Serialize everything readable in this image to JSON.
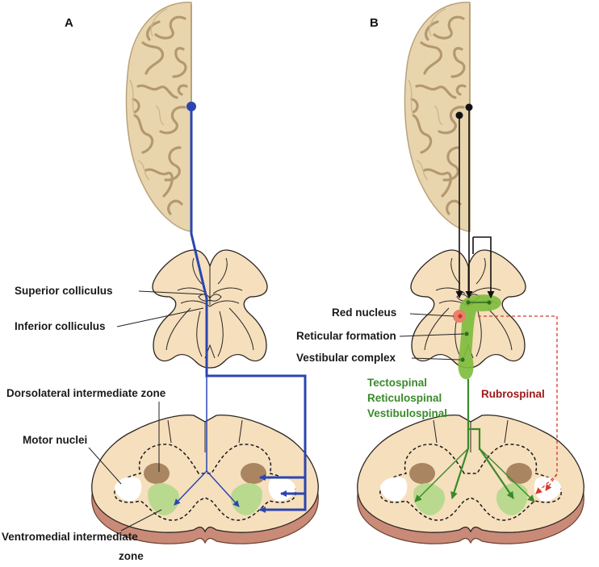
{
  "panels": {
    "a": "A",
    "b": "B"
  },
  "labels_a": {
    "superior_colliculus": "Superior colliculus",
    "inferior_colliculus": "Inferior colliculus",
    "dorsolateral_zone": "Dorsolateral intermediate zone",
    "motor_nuclei": "Motor nuclei",
    "ventromedial_zone_line1": "Ventromedial intermediate",
    "ventromedial_zone_line2": "zone"
  },
  "labels_b": {
    "red_nucleus": "Red nucleus",
    "reticular_formation": "Reticular formation",
    "vestibular_complex": "Vestibular complex",
    "tectospinal": "Tectospinal",
    "reticulospinal": "Reticulospinal",
    "vestibulospinal": "Vestibulospinal",
    "rubrospinal": "Rubrospinal"
  },
  "colors": {
    "tissue": "#f5dfbd",
    "tissue_edge": "#2a2420",
    "cord_base": "#c98a78",
    "brain": "#e8d5ae",
    "pyramidal_tract": "#2b45b0",
    "medial_tracts": "#3a8a2a",
    "rubrospinal": "#d83a2a",
    "medial_zone": "#b9d98f",
    "lateral_zone": "#a98562",
    "red_nucleus": "#e8806a"
  }
}
